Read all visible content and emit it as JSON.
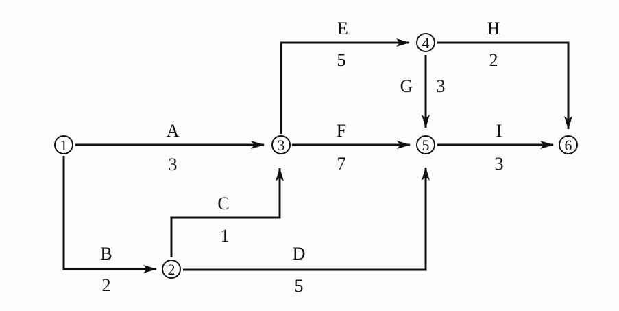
{
  "nodes": [
    {
      "id": "1",
      "label": "1"
    },
    {
      "id": "2",
      "label": "2"
    },
    {
      "id": "3",
      "label": "3"
    },
    {
      "id": "4",
      "label": "4"
    },
    {
      "id": "5",
      "label": "5"
    },
    {
      "id": "6",
      "label": "6"
    }
  ],
  "edges": [
    {
      "id": "A",
      "from": "1",
      "to": "3",
      "name": "A",
      "duration": "3"
    },
    {
      "id": "B",
      "from": "1",
      "to": "2",
      "name": "B",
      "duration": "2"
    },
    {
      "id": "C",
      "from": "2",
      "to": "3",
      "name": "C",
      "duration": "1"
    },
    {
      "id": "D",
      "from": "2",
      "to": "5",
      "name": "D",
      "duration": "5"
    },
    {
      "id": "E",
      "from": "3",
      "to": "4",
      "name": "E",
      "duration": "5"
    },
    {
      "id": "F",
      "from": "3",
      "to": "5",
      "name": "F",
      "duration": "7"
    },
    {
      "id": "G",
      "from": "4",
      "to": "5",
      "name": "G",
      "duration": "3"
    },
    {
      "id": "H",
      "from": "4",
      "to": "6",
      "name": "H",
      "duration": "2"
    },
    {
      "id": "I",
      "from": "5",
      "to": "6",
      "name": "I",
      "duration": "3"
    }
  ]
}
